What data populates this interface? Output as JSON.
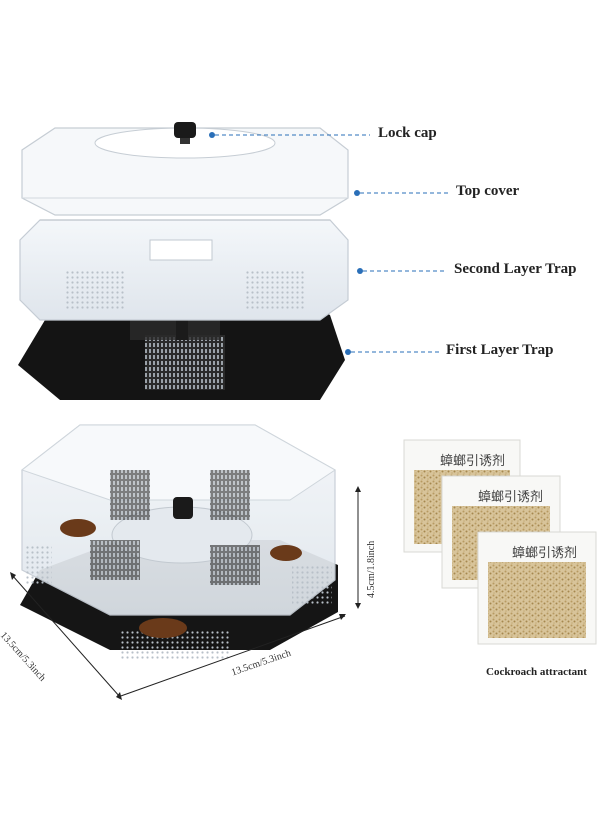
{
  "callouts": {
    "lock_cap": "Lock cap",
    "top_cover": "Top cover",
    "second_layer": "Second Layer Trap",
    "first_layer": "First Layer Trap"
  },
  "dimensions": {
    "width": "13.5cm/5.3inch",
    "depth": "13.5cm/5.3inch",
    "height": "4.5cm/1.8inch"
  },
  "attractant": {
    "caption": "Cockroach attractant"
  },
  "colors": {
    "callout_line": "#2a6fb8",
    "base": "#151515",
    "clear_plastic": "#e9eef3"
  }
}
